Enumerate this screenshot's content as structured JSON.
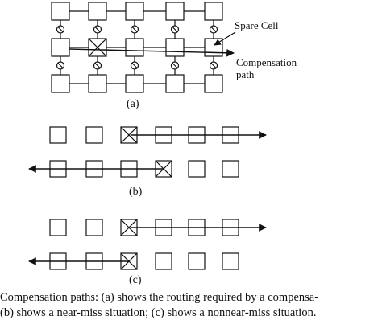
{
  "panel_a": {
    "label": "(a)",
    "spare_cell_label": "Spare Cell",
    "compensation_path_label_1": "Compensation",
    "compensation_path_label_2": "path"
  },
  "panel_b": {
    "label": "(b)"
  },
  "panel_c": {
    "label": "(c)"
  },
  "caption": {
    "line1": "Compensation paths: (a) shows the routing required by a compensa-",
    "line2": "(b) shows a near-miss situation; (c) shows a nonnear-miss situation."
  },
  "colors": {
    "ink": "#111111",
    "background": "#ffffff"
  }
}
